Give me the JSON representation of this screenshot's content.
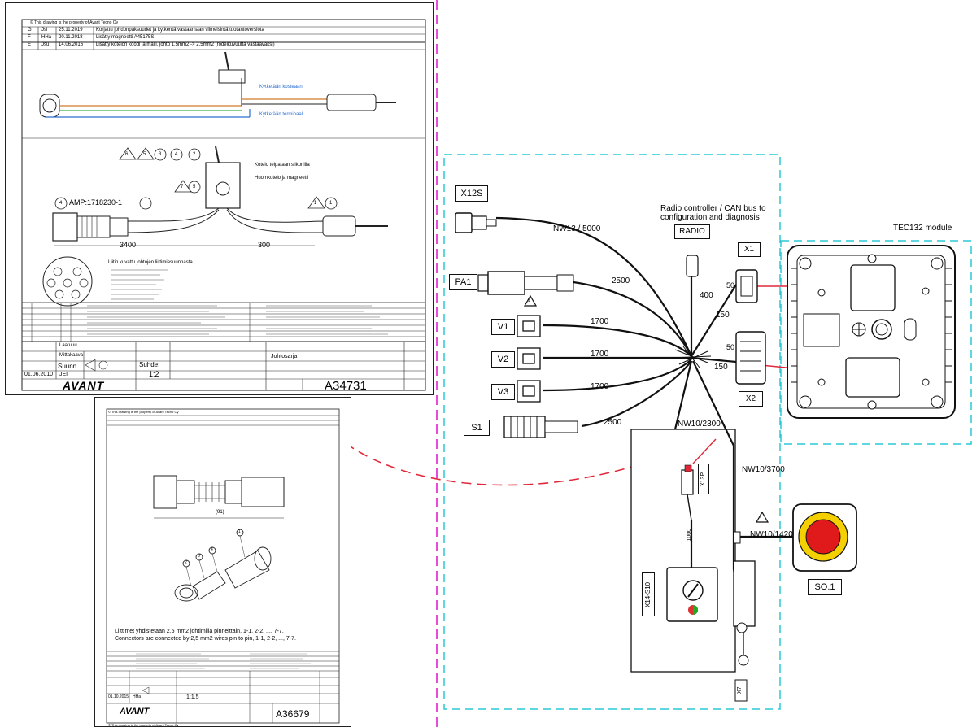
{
  "main": {
    "connectors": [
      {
        "id": "x12s",
        "label": "X12S"
      },
      {
        "id": "pa1",
        "label": "PA1"
      },
      {
        "id": "v1",
        "label": "V1"
      },
      {
        "id": "v2",
        "label": "V2"
      },
      {
        "id": "v3",
        "label": "V3"
      },
      {
        "id": "s1",
        "label": "S1"
      },
      {
        "id": "radio",
        "label": "RADIO"
      },
      {
        "id": "x1",
        "label": "X1"
      },
      {
        "id": "x2",
        "label": "X2"
      },
      {
        "id": "so1",
        "label": "SO.1"
      },
      {
        "id": "x13p",
        "label": "X13P"
      },
      {
        "id": "x14s10",
        "label": "X14-S10"
      },
      {
        "id": "x7",
        "label": "X7"
      }
    ],
    "wire_labels": {
      "nw13_5000": "NW13 / 5000",
      "w2500a": "2500",
      "w1700a": "1700",
      "w1700b": "1700",
      "w1700c": "1700",
      "w2500b": "2500",
      "w400": "400",
      "w150a": "150",
      "w50a": "50",
      "w50b": "50",
      "w150b": "150",
      "nw10_2300": "NW10/2300",
      "nw10_3700": "NW10/3700",
      "nw10_1420": "NW10/1420",
      "w1000": "1000"
    },
    "radio_note_line1": "Radio controller / CAN bus to",
    "radio_note_line2": "configuration and diagnosis",
    "module_label": "TEC132 module",
    "warn_symbol": "!"
  },
  "sheet_top": {
    "header": "© This drawing is the property of Avant Tecno Oy",
    "revisions": [
      {
        "rev": "G",
        "by": "Jsi",
        "date": "25.11.2019",
        "text": "Korjattu johdonpaksuudet ja kytkentä vastaamaan viimeisintä tuotantoversiota"
      },
      {
        "rev": "F",
        "by": "HHa",
        "date": "20.11.2018",
        "text": "Lisätty magneetti A45175S"
      },
      {
        "rev": "E",
        "by": "Jsu",
        "date": "14.06.2016",
        "text": "Lisätty kotelon koodi ja malli, johto 1,5mm2 -> 2,5mm2 (rodelkuvuutta vastaavaksi)"
      }
    ],
    "wire_top": "Kytketään kosteaan",
    "wire_bot": "Kytketään terminaali",
    "note1": "Kotelo teipataan siikonilla",
    "note2": "Huomkotelo ja magneetti",
    "amp": "AMP:1718230-1",
    "dim1": "3400",
    "dim2": "300",
    "pins_title": "Liitin kuvattu johtojen liittimiesuunnasta",
    "title_labels": [
      "Laatuuu",
      "Mittakaava",
      "Suunn.",
      "Suhde:"
    ],
    "scale": "1:2",
    "date": "01.06.2010",
    "drawn": "JEI",
    "name_field": "Johtosarja",
    "item_code": "A34731",
    "logo": "AVANT",
    "circles": [
      "6",
      "5",
      "3",
      "4",
      "2",
      "7",
      "5",
      "1",
      "4",
      "1"
    ]
  },
  "sheet_bottom": {
    "header": "© This drawing is the property of Avant Tecno Oy",
    "caption_fi": "Liittimet yhdistetään 2,5 mm2 johtimilla pinneittäin, 1-1, 2-2, ..., 7-7.",
    "caption_en": "Connectors are connected by 2,5 mm2 wires pin to pin, 1-1, 2-2, ..., 7-7.",
    "dim": "(91)",
    "scale": "1:1.5",
    "date": "01.10.2015",
    "drawn": "HHa",
    "item_code": "A36679",
    "logo": "AVANT",
    "footer": "© This drawing is the property of Avant Tecno Oy",
    "circles": [
      "1",
      "2",
      "3",
      "4"
    ]
  }
}
